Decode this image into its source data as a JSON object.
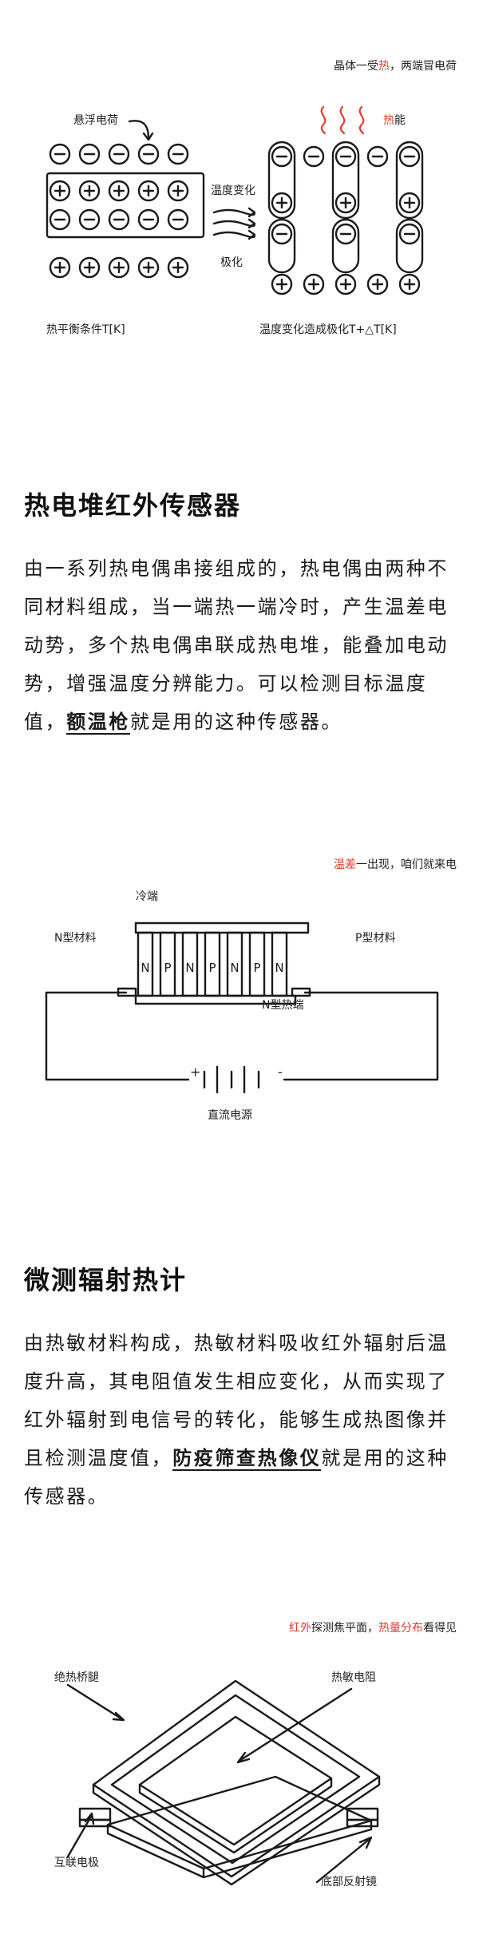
{
  "fig1": {
    "caption_pre": "晶体一受",
    "caption_red": "热",
    "caption_post": "，两端冒电荷",
    "floating_label": "悬浮电荷",
    "temp_change": "温度变化",
    "polarize": "极化",
    "heat_red": "热",
    "heat_post": "能",
    "left_caption": "热平衡条件T[K]",
    "right_caption": "温度变化造成极化T+△T[K]"
  },
  "section1": {
    "title": "热电堆红外传感器",
    "text_before": "由一系列热电偶串接组成的，热电偶由两种不同材料组成，当一端热一端冷时，产生温差电动势，多个热电偶串联成热电堆，能叠加电动势，增强温度分辨能力。可以检测目标温度值，",
    "highlight": "额温枪",
    "text_after": "就是用的这种传感器。"
  },
  "fig2": {
    "caption_red": "温差",
    "caption_post": "一出现，咱们就来电",
    "cold_end": "冷端",
    "n_material": "N型材料",
    "p_material": "P型材料",
    "hot_end": "N型热端",
    "power": "直流电源",
    "n_letter": "N",
    "p_letter": "P",
    "plus": "+",
    "minus": "-"
  },
  "section2": {
    "title": "微测辐射热计",
    "text_before": "由热敏材料构成，热敏材料吸收红外辐射后温度升高，其电阻值发生相应变化，从而实现了红外辐射到电信号的转化，能够生成热图像并且检测温度值，",
    "highlight": "防疫筛查热像仪",
    "text_after": "就是用的这种传感器。"
  },
  "fig3": {
    "cap_red1": "红外",
    "cap_mid": "探测焦平面，",
    "cap_red2": "热量分布",
    "cap_post": "看得见",
    "bridge_leg": "绝热桥腿",
    "thermistor": "热敏电阻",
    "interconnect": "互联电极",
    "reflector": "底部反射镜"
  }
}
